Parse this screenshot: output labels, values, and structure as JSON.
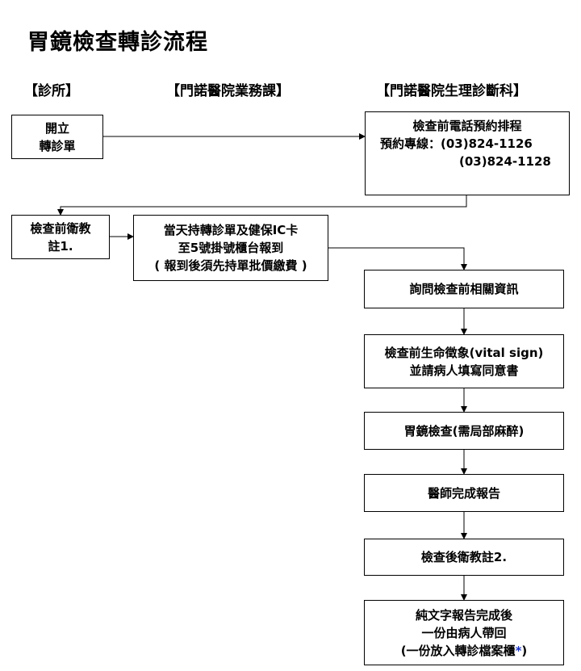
{
  "title": "胃鏡檢查轉診流程",
  "columns": {
    "clinic": "【診所】",
    "business": "【門諾醫院業務課】",
    "physiology": "【門諾醫院生理診斷科】"
  },
  "nodes": {
    "open_referral": [
      "開立",
      "轉診單"
    ],
    "phone_booking": {
      "line1": "檢查前電話預約排程",
      "line2": "預約專線：(03)824-1126",
      "line3": "(03)824-1128"
    },
    "pre_education": [
      "檢查前衛教",
      "註1."
    ],
    "register": [
      "當天持轉診單及健保IC卡",
      "至5號掛號櫃台報到",
      "( 報到後須先持單批價繳費 )"
    ],
    "inquiry": "詢問檢查前相關資訊",
    "vital_sign": [
      "檢查前生命徵象(vital sign)",
      "並請病人填寫同意書"
    ],
    "endoscopy": "胃鏡檢查(需局部麻醉)",
    "report": "醫師完成報告",
    "post_education": "檢查後衛教註2.",
    "final": {
      "line1": "純文字報告完成後",
      "line2": "一份由病人帶回",
      "line3_text": "(一份放入轉診檔案櫃",
      "line3_star": "*",
      "line3_end": ")"
    }
  },
  "colors": {
    "line": "#000000",
    "star": "#1a33c8"
  }
}
